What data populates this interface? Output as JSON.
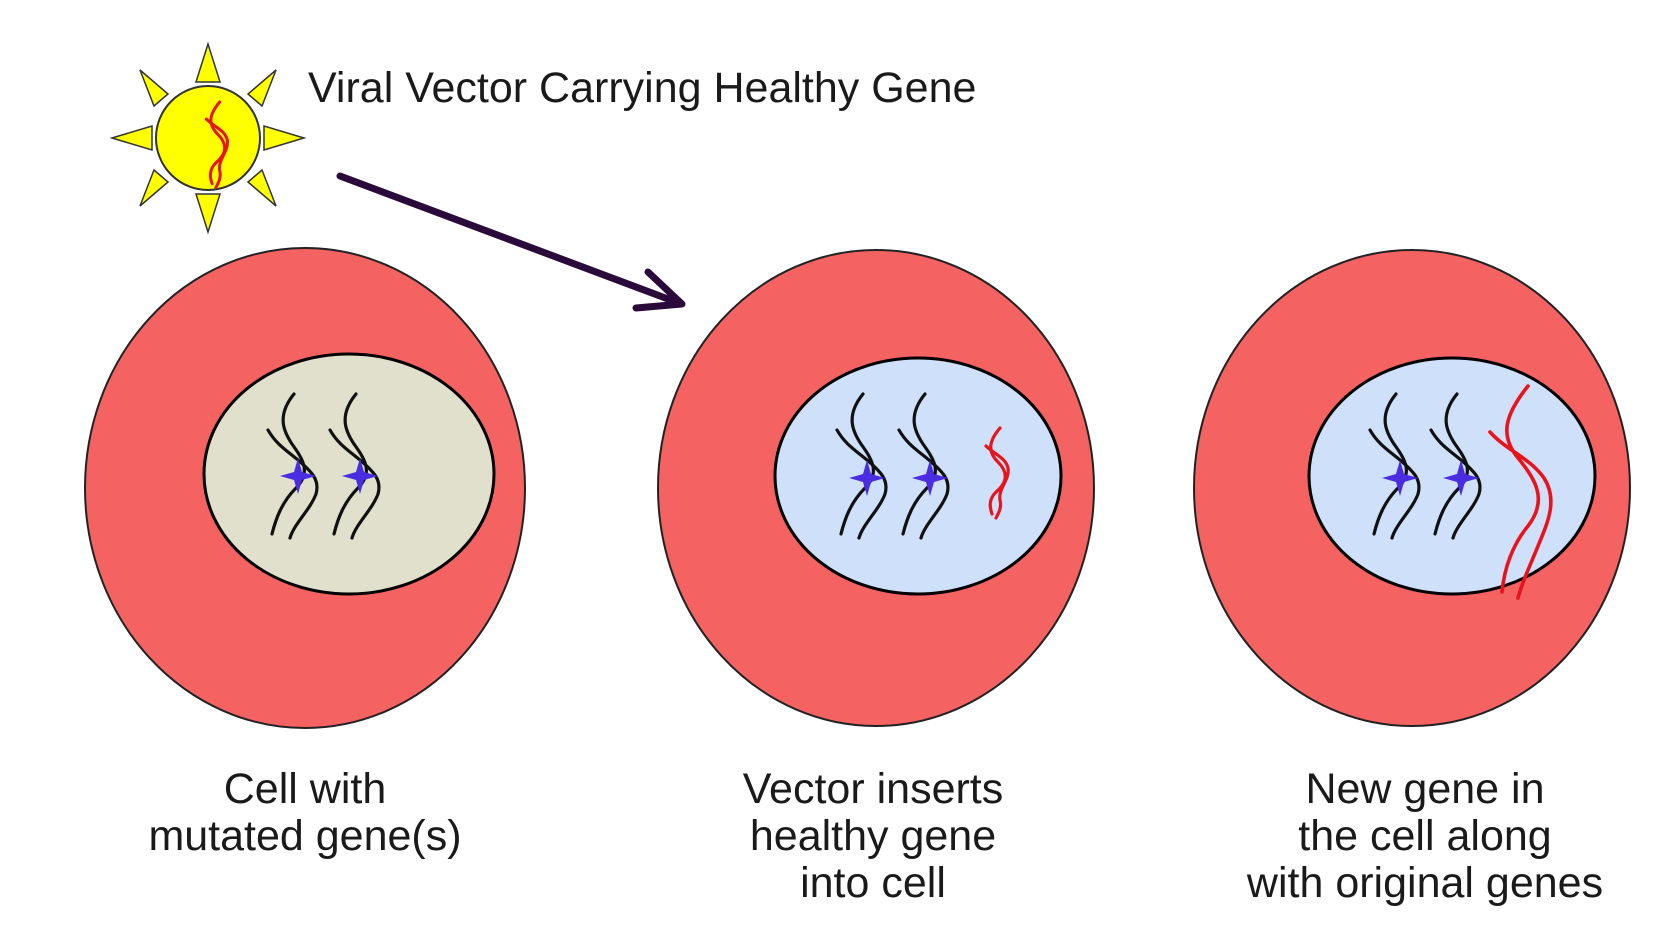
{
  "vector_label": "Viral Vector Carrying Healthy Gene",
  "colors": {
    "cytoplasm": "#f46262",
    "nucleus_mutated": "#e0e0cc",
    "nucleus_treated": "#cfe0fb",
    "dna_original": "#111111",
    "dna_healthy": "#e8141c",
    "mutation_marker": "#4a2de0",
    "virus_body": "#ffff00",
    "arrow": "#2a0a3a"
  },
  "icons": {
    "virus": "sun-shaped-virus-icon",
    "mutation": "four-point-star-icon",
    "arrow": "arrow-icon"
  },
  "cells": [
    {
      "caption_lines": [
        "Cell with",
        "mutated gene(s)"
      ]
    },
    {
      "caption_lines": [
        "Vector inserts",
        "healthy gene",
        "into cell"
      ]
    },
    {
      "caption_lines": [
        "New gene in",
        "the cell along",
        "with original genes"
      ]
    }
  ]
}
